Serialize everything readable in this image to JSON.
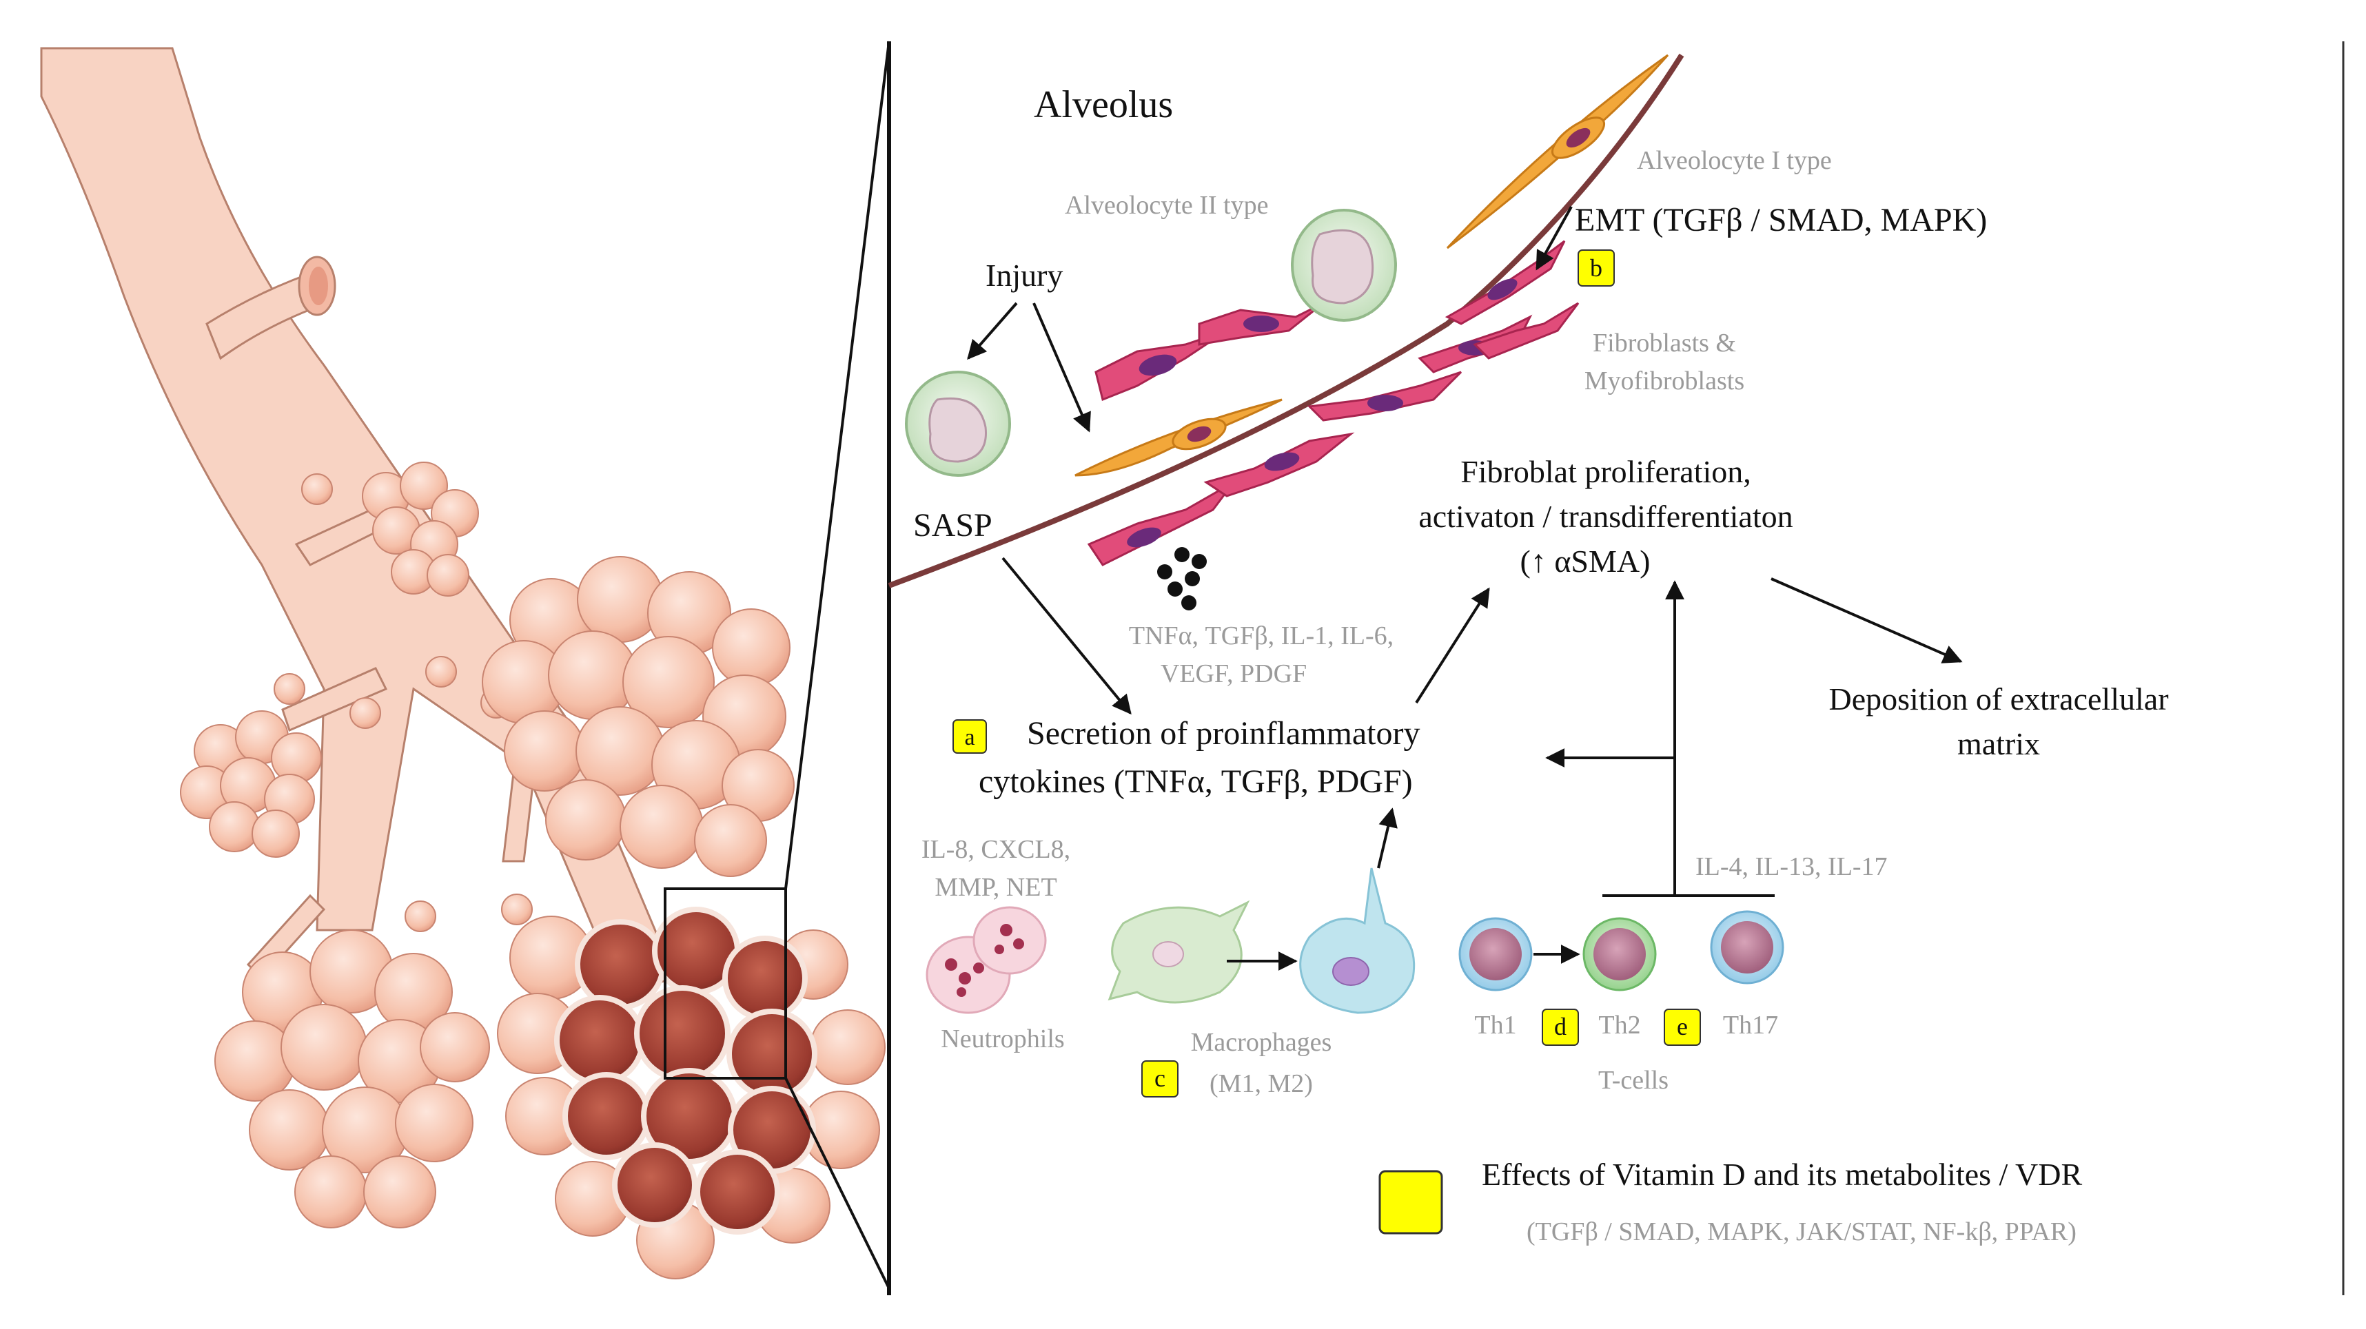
{
  "diagram": {
    "title": "Alveolus",
    "cell_labels": {
      "alveolocyte_2": "Alveolocyte II type",
      "alveolocyte_1": "Alveolocyte I type",
      "fibroblasts_line1": "Fibroblasts &",
      "fibroblasts_line2": "Myofibroblasts",
      "neutrophils": "Neutrophils",
      "macrophages": "Macrophages",
      "macrophage_types": "(M1, M2)",
      "th1": "Th1",
      "th2": "Th2",
      "th17": "Th17",
      "t_cells": "T-cells"
    },
    "process_labels": {
      "injury": "Injury",
      "emt": "EMT (TGFβ / SMAD, MAPK)",
      "sasp": "SASP",
      "proliferation_line1": "Fibroblat proliferation,",
      "proliferation_line2": "activaton / transdifferentiaton",
      "proliferation_line3": "(↑ αSMA)",
      "secretion_line1": "Secretion of proinflammatory",
      "secretion_line2": "cytokines (TNFα, TGFβ, PDGF)",
      "deposition_line1": "Deposition of extracellular",
      "deposition_line2": "matrix"
    },
    "mediator_labels": {
      "sasp_cytokines_line1": "TNFα, TGFβ, IL-1, IL-6,",
      "sasp_cytokines_line2": "VEGF, PDGF",
      "neutrophil_line1": "IL-8, CXCL8,",
      "neutrophil_line2": "MMP, NET",
      "th_interleukins": "IL-4, IL-13, IL-17"
    },
    "markers": {
      "a": "a",
      "b": "b",
      "c": "c",
      "d": "d",
      "e": "e"
    },
    "legend": {
      "title": "Effects of Vitamin D and its metabolites / VDR",
      "pathways": "(TGFβ / SMAD, MAPK, JAK/STAT, NF-kβ, PPAR)"
    },
    "colors": {
      "marker_fill": "#ffff00",
      "membrane": "#7a3a3a",
      "airway": "#f6c9b8",
      "diseased_alveoli": "#a8483c",
      "fibroblast": "#d9346c",
      "alveolocyte_1": "#f2a73a",
      "alveolocyte_2": "#cfe6c9"
    }
  }
}
